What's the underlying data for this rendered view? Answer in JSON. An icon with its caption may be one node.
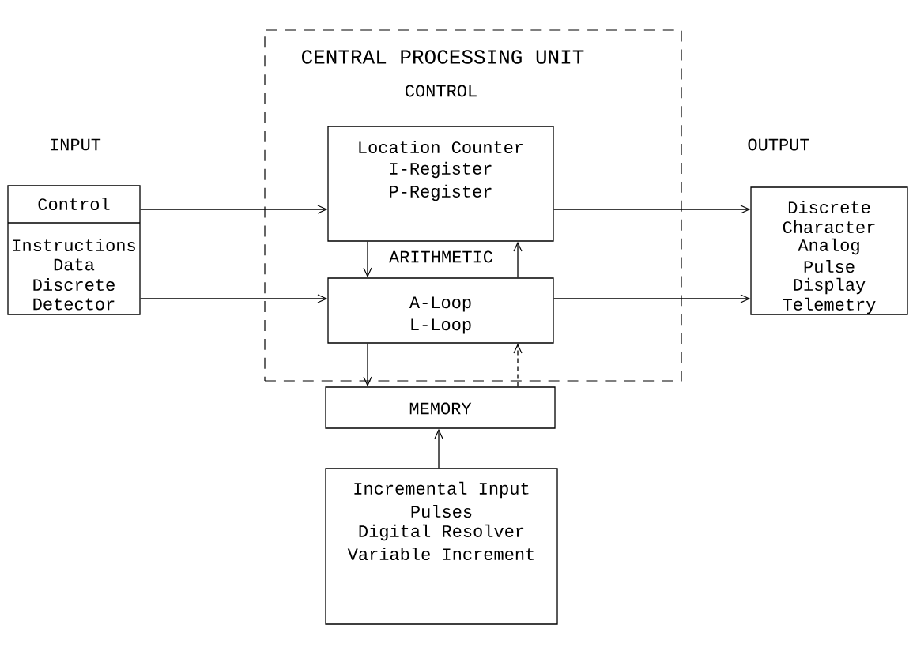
{
  "diagram": {
    "nodes": [
      {
        "text": [
          "CENTRAL PROCESSING UNIT"
        ]
      },
      {
        "text": [
          "INPUT",
          "Control",
          "Instructions",
          "Data",
          "Discrete",
          "Detector"
        ]
      },
      {
        "text": [
          "CONTROL",
          "Location Counter",
          "I-Register",
          "P-Register"
        ],
        "in": 0
      },
      {
        "text": [
          "ARITHMETIC",
          "A-Loop",
          "L-Loop"
        ],
        "in": 0
      },
      {
        "text": [
          "OUTPUT",
          "Discrete",
          "Character",
          "Analog",
          "Pulse",
          "Display",
          "Telemetry"
        ]
      },
      {
        "text": [
          "MEMORY"
        ]
      },
      {
        "text": [
          "Incremental Input",
          "Pulses",
          "Digital Resolver",
          "Variable Increment"
        ]
      }
    ],
    "edges": [
      {
        "from": 1,
        "to": 2,
        "arrow": "to"
      },
      {
        "from": 1,
        "to": 3,
        "arrow": "to"
      },
      {
        "from": 2,
        "to": 4,
        "arrow": "to"
      },
      {
        "from": 3,
        "to": 4,
        "arrow": "to"
      },
      {
        "from": 2,
        "to": 3,
        "arrow": "to"
      },
      {
        "from": 3,
        "to": 2,
        "arrow": "to"
      },
      {
        "from": 3,
        "to": 5,
        "arrow": "to"
      },
      {
        "from": 5,
        "to": 3,
        "arrow": "to",
        "style": "dashed"
      },
      {
        "from": 6,
        "to": 5,
        "arrow": "to"
      }
    ]
  }
}
